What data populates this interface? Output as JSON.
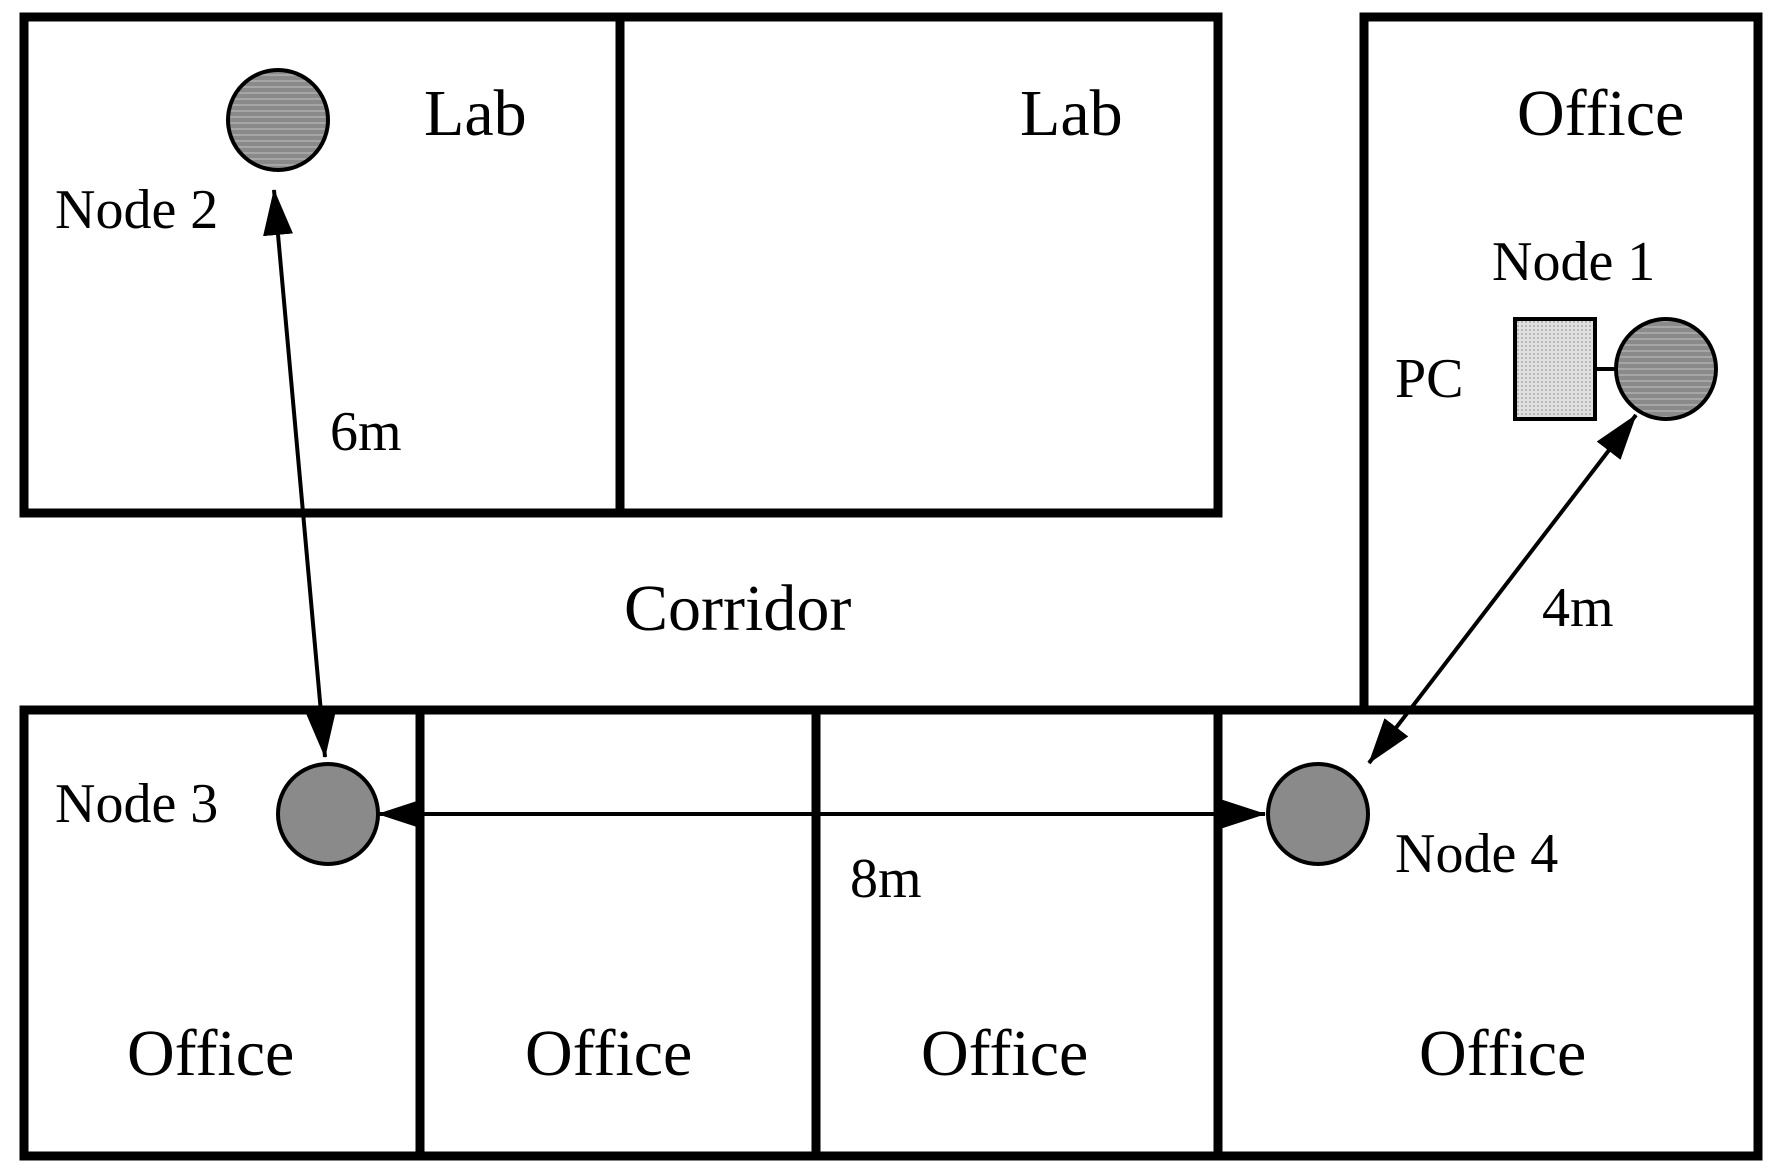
{
  "rooms": {
    "lab_left": "Lab",
    "lab_right": "Lab",
    "office_top_right": "Office",
    "corridor": "Corridor",
    "office_bottom_1": "Office",
    "office_bottom_2": "Office",
    "office_bottom_3": "Office",
    "office_bottom_4": "Office"
  },
  "nodes": {
    "node1": "Node 1",
    "node2": "Node 2",
    "node3": "Node 3",
    "node4": "Node 4",
    "pc": "PC"
  },
  "links": {
    "node2_node3": "6m",
    "node3_node4": "8m",
    "node1_node4": "4m"
  },
  "colors": {
    "node_fill": "#8a8a8a",
    "node_hatch_line": "#5a5a5a",
    "pc_fill": "#d8d8d8",
    "wall": "#000000"
  }
}
